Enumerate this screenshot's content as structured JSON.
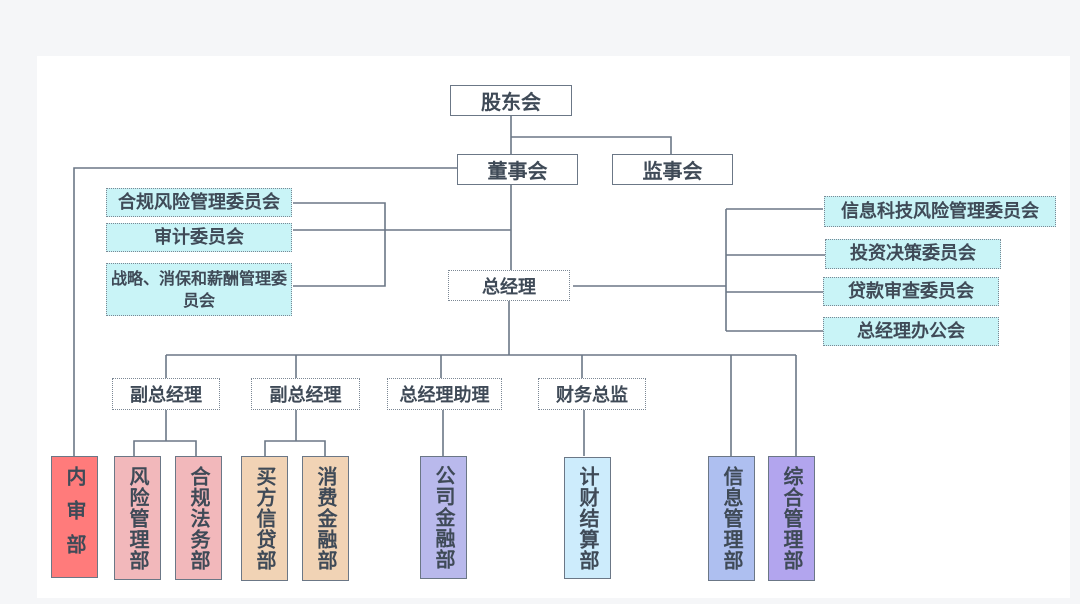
{
  "chart_title": "",
  "top": {
    "shareholders": "股东会",
    "board": "董事会",
    "supervisors": "监事会",
    "general_manager": "总经理"
  },
  "board_committees": [
    "合规风险管理委员会",
    "审计委员会",
    "战略、消保和薪酬管理委员会"
  ],
  "gm_committees": [
    "信息科技风险管理委员会",
    "投资决策委员会",
    "贷款审查委员会",
    "总经理办公会"
  ],
  "executives": [
    "副总经理",
    "副总经理",
    "总经理助理",
    "财务总监"
  ],
  "departments": [
    {
      "name": "内审部",
      "color": "#ff7b7b"
    },
    {
      "name": "风险管理部",
      "color": "#f2b8bb"
    },
    {
      "name": "合规法务部",
      "color": "#f2b8bb"
    },
    {
      "name": "买方信贷部",
      "color": "#f1d3b5"
    },
    {
      "name": "消费金融部",
      "color": "#f1d3b5"
    },
    {
      "name": "公司金融部",
      "color": "#b9b9ec"
    },
    {
      "name": "计财结算部",
      "color": "#cdecfc"
    },
    {
      "name": "信息管理部",
      "color": "#aebff0"
    },
    {
      "name": "综合管理部",
      "color": "#b2a5ee"
    }
  ]
}
